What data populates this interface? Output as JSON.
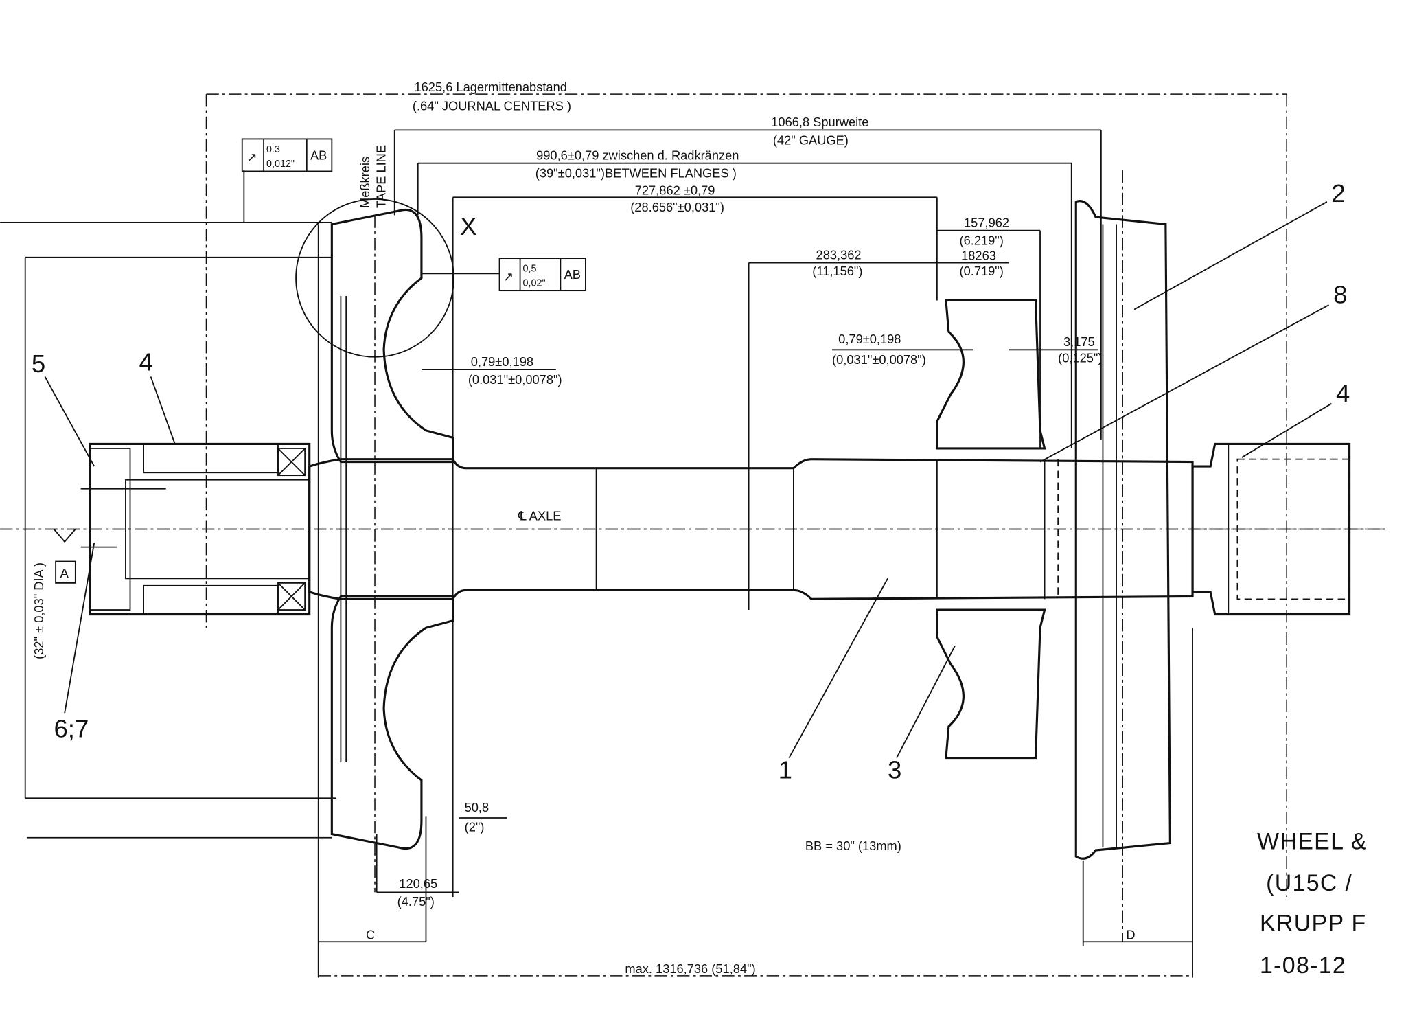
{
  "dimensions": {
    "journal_centers_mm": "1625,6 Lagermittenabstand",
    "journal_centers_in": "(.64\" JOURNAL CENTERS )",
    "gauge_mm": "1066,8 Spurweite",
    "gauge_in": "(42\" GAUGE)",
    "flanges_mm": "990,6±0,79 zwischen d. Radkränzen",
    "flanges_in": "(39\"±0,031\")BETWEEN FLANGES )",
    "inner_mm": "727,862 ±0,79",
    "inner_in": "(28.656\"±0,031\")",
    "disc_offset_mm": "283,362",
    "disc_offset_in": "(11,156\")",
    "disc_width_mm": "157,962",
    "disc_width_in": "(6.219\")",
    "hub_mm": "18263",
    "hub_in": "(0.719\")",
    "gap_left_mm": "0,79±0,198",
    "gap_left_in": "(0.031\"±0,0078\")",
    "gap_right_mm": "0,79±0,198",
    "gap_right_in": "(0,031\"±0,0078\")",
    "clearance_mm": "3,175",
    "clearance_in": "(0,125\")",
    "rim_mm": "50,8",
    "rim_in": "(2\")",
    "tread_mm": "120,65",
    "tread_in": "(4.75\")",
    "overall": "max. 1316,736   (51,84\")",
    "dia": "(32\" ± 0,03\" DIA )",
    "c_label": "C",
    "d_label": "D"
  },
  "labels": {
    "messkreis": "Meßkreis",
    "tape_line": "TAPE LINE",
    "detail_x": "X",
    "axle_centerline": "℄ AXLE",
    "datum_a": "A",
    "handwritten_note": "BB = 30\" (13mm)"
  },
  "tolerance_frames": [
    {
      "symbol": "↗",
      "value_mm": "0.3",
      "value_in": "0,012\"",
      "datum": "AB"
    },
    {
      "symbol": "↗",
      "value_mm": "0,5",
      "value_in": "0,02\"",
      "datum": "AB"
    }
  ],
  "items": [
    "5",
    "4",
    "6;7",
    "1",
    "3",
    "2",
    "8",
    "4"
  ],
  "title_block": {
    "line1": "WHEEL &",
    "line2": "(U15C /",
    "line3": "KRUPP F",
    "line4": "1-08-12"
  }
}
